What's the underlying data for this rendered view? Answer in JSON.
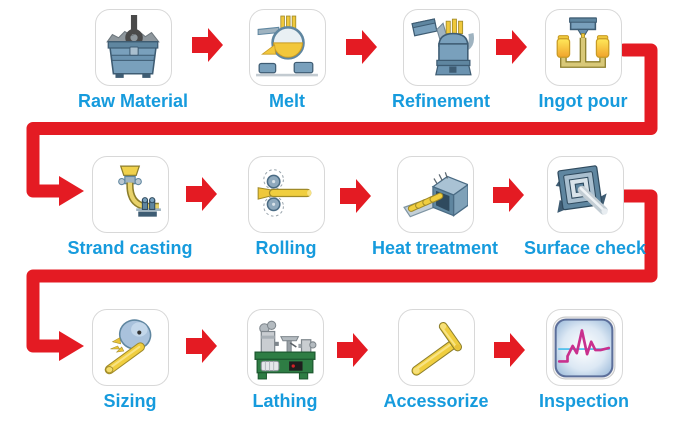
{
  "diagram": {
    "type": "process-flow",
    "stations": [
      {
        "label": "Raw Material",
        "icon": "raw-material-icon"
      },
      {
        "label": "Melt",
        "icon": "melt-icon"
      },
      {
        "label": "Refinement",
        "icon": "refinement-icon"
      },
      {
        "label": "Ingot pour",
        "icon": "ingot-pour-icon"
      },
      {
        "label": "Strand casting",
        "icon": "strand-casting-icon"
      },
      {
        "label": "Rolling",
        "icon": "rolling-icon"
      },
      {
        "label": "Heat treatment",
        "icon": "heat-treatment-icon"
      },
      {
        "label": "Surface check",
        "icon": "surface-check-icon"
      },
      {
        "label": "Sizing",
        "icon": "sizing-icon"
      },
      {
        "label": "Lathing",
        "icon": "lathing-icon"
      },
      {
        "label": "Accessorize",
        "icon": "accessorize-icon"
      },
      {
        "label": "Inspection",
        "icon": "inspection-icon"
      }
    ],
    "connectors": [
      {
        "from": "Ingot pour",
        "to": "Strand casting",
        "shape": "wrap-around-left"
      },
      {
        "from": "Surface check",
        "to": "Sizing",
        "shape": "wrap-around-left"
      }
    ],
    "colors": {
      "arrow_red": "#e41b23",
      "label_blue": "#169bdd",
      "icon_border": "#d8d8d8",
      "background": "#ffffff"
    }
  }
}
